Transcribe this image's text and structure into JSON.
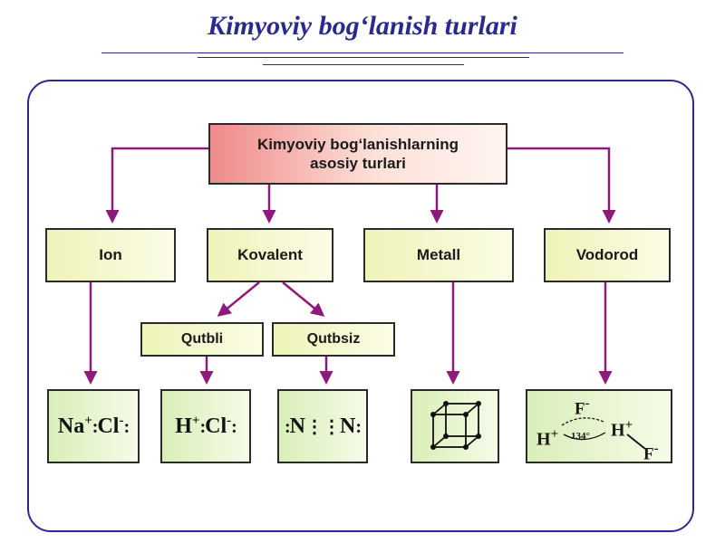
{
  "title": "Kimyoviy bog‘lanish turlari",
  "root": {
    "line1": "Kimyoviy bog‘lanishlarning",
    "line2": "asosiy turlari"
  },
  "categories": {
    "ion": "Ion",
    "kovalent": "Kovalent",
    "metall": "Metall",
    "vodorod": "Vodorod"
  },
  "kovalent_subtypes": {
    "qutbli": "Qutbli",
    "qutbsiz": "Qutbsiz"
  },
  "examples": {
    "ion": {
      "cation": "Na",
      "cation_charge": "+",
      "anion": "Cl",
      "anion_charge": "-"
    },
    "qutbli": {
      "atom1": "H",
      "atom1_charge": "+",
      "atom2": "Cl",
      "atom2_charge": "-"
    },
    "qutbsiz": {
      "atom1": "N",
      "atom2": "N"
    },
    "vodorod": {
      "h1": "H",
      "h1_charge": "+",
      "f1": "F",
      "f1_charge": "-",
      "h2": "H",
      "h2_charge": "+",
      "f2": "F",
      "f2_charge": "-",
      "angle": "134°"
    }
  },
  "colors": {
    "title": "#2b2a8c",
    "arrow": "#8b1a7a",
    "root_fill": "#ef8a8a",
    "box_fill": "#eef3b8",
    "example_fill": "#d9eeb8"
  },
  "icons": {
    "metall_example": "cubic-lattice-icon"
  }
}
